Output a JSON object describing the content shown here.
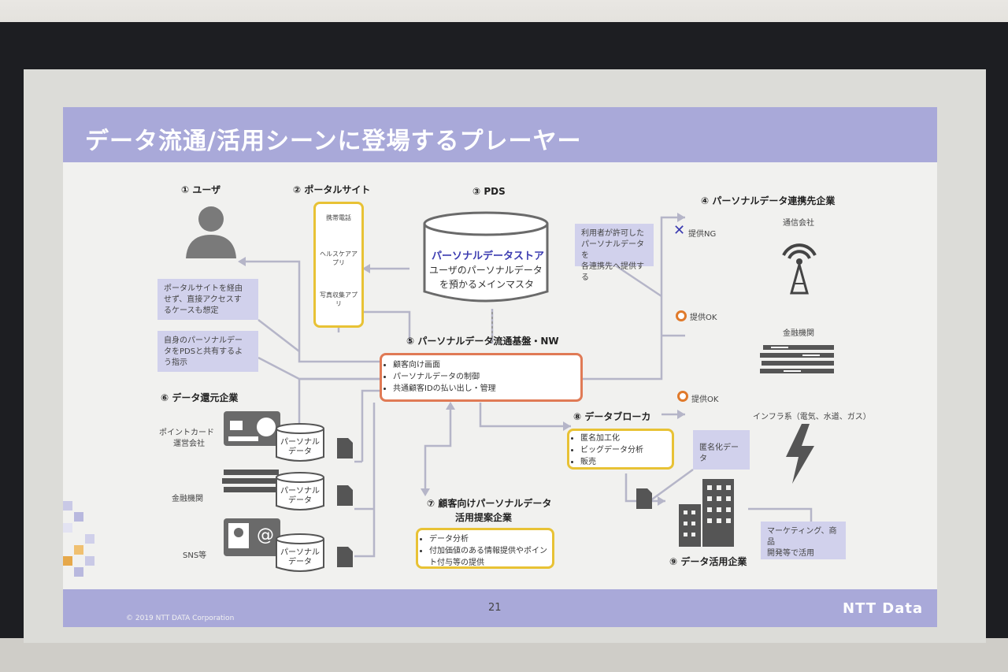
{
  "slide": {
    "title": "データ流通/活用シーンに登場するプレーヤー",
    "page_number": "21",
    "copyright": "© 2019 NTT DATA Corporation",
    "logo": "NTT Data"
  },
  "players": {
    "user": "① ユーザ",
    "portal": "② ポータルサイト",
    "pds": "③ PDS",
    "partner": "④ パーソナルデータ連携先企業",
    "platform": "⑤ パーソナルデータ流通基盤・NW",
    "source": "⑥ データ還元企業",
    "proposal_line1": "⑦ 顧客向けパーソナルデータ",
    "proposal_line2": "活用提案企業",
    "broker": "⑧ データブローカ",
    "utilizer": "⑨ データ活用企業"
  },
  "portal_apps": [
    "携帯電話",
    "ヘルスケアアプリ",
    "写真収集アプリ"
  ],
  "pds_store": {
    "title": "パーソナルデータストア",
    "line1": "ユーザのパーソナルデータ",
    "line2": "を預かるメインマスタ"
  },
  "notes": {
    "portal_bypass_line1": "ポータルサイトを経由",
    "portal_bypass_line2": "せず、直接アクセスす",
    "portal_bypass_line3": "るケースも想定",
    "share_pds_line1": "自身のパーソナルデー",
    "share_pds_line2": "タをPDSと共有するよ",
    "share_pds_line3": "う指示",
    "consent_line1": "利用者が許可した",
    "consent_line2": "パーソナルデータを",
    "consent_line3": "各連携先へ提供する",
    "anonymized": "匿名化データ",
    "marketing_line1": "マーケティング、商品",
    "marketing_line2": "開発等で活用"
  },
  "platform_items": [
    "顧客向け画面",
    "パーソナルデータの制御",
    "共通顧客IDの払い出し・管理"
  ],
  "broker_items": [
    "匿名加工化",
    "ビッグデータ分析",
    "販売"
  ],
  "proposal_items": [
    "データ分析",
    "付加価値のある情報提供やポイント付与等の提供"
  ],
  "partners": {
    "telecom": "通信会社",
    "finance": "金融機関",
    "infra": "インフラ系（電気、水道、ガス）",
    "ng": "提供NG",
    "ok1": "提供OK",
    "ok2": "提供OK"
  },
  "source_companies": {
    "point_card_line1": "ポイントカード",
    "point_card_line2": "運営会社",
    "finance": "金融機関",
    "sns": "SNS等"
  },
  "db_label_line1": "パーソナル",
  "db_label_line2": "データ",
  "colors": {
    "title_bar": "#a9a9d9",
    "accent_yellow": "#e8c235",
    "accent_red": "#e07a55",
    "note_bg": "#d1d1ec"
  }
}
